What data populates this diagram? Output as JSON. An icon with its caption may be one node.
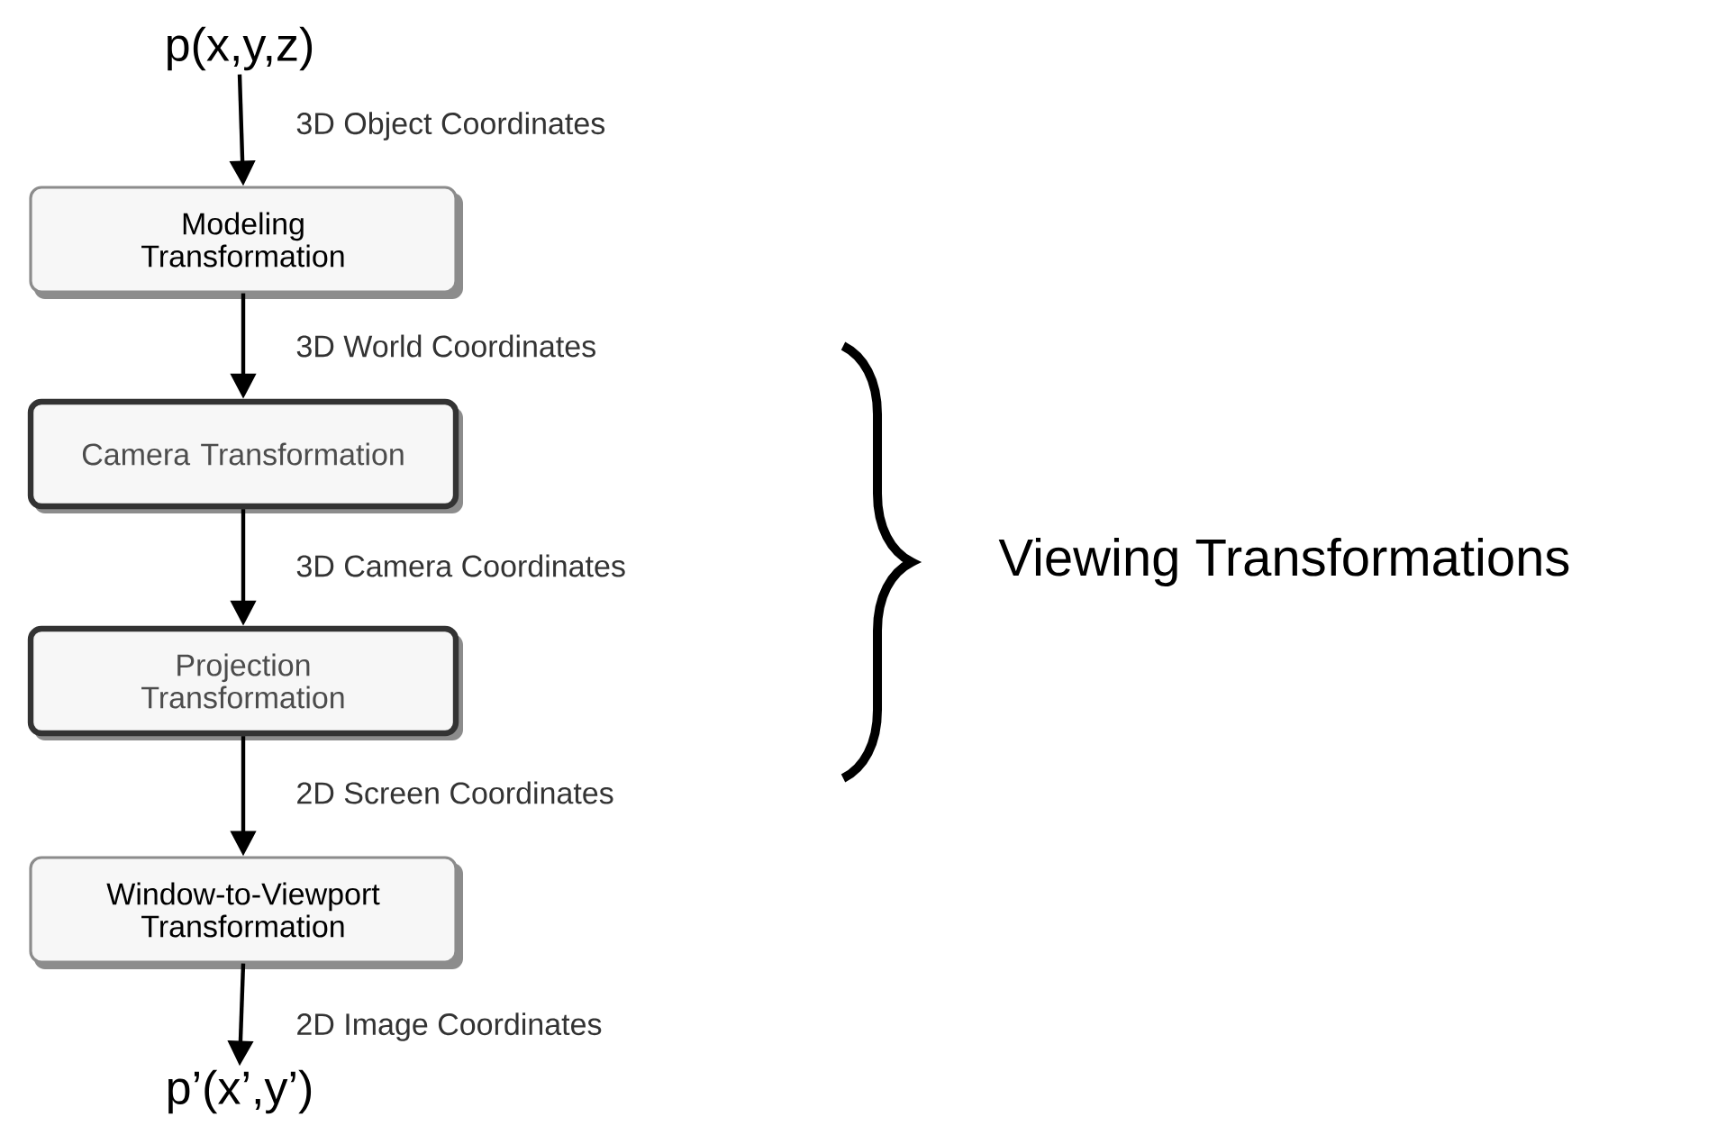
{
  "diagram": {
    "nodes": [
      {
        "text": [
          "p(x,y,z)"
        ]
      },
      {
        "text": [
          "Modeling Transformation"
        ]
      },
      {
        "text": [
          "Camera Transformation"
        ]
      },
      {
        "text": [
          "Projection Transformation"
        ]
      },
      {
        "text": [
          "Window-to-Viewport Transformation"
        ]
      },
      {
        "text": [
          "p’(x’,y’)"
        ]
      }
    ],
    "edges": [
      {
        "from": 0,
        "to": 1,
        "arrow": "to",
        "label": "3D Object Coordinates"
      },
      {
        "from": 1,
        "to": 2,
        "arrow": "to",
        "label": "3D World Coordinates"
      },
      {
        "from": 2,
        "to": 3,
        "arrow": "to",
        "label": "3D Camera Coordinates"
      },
      {
        "from": 3,
        "to": 4,
        "arrow": "to",
        "label": "2D Screen Coordinates"
      },
      {
        "from": 4,
        "to": 5,
        "arrow": "to",
        "label": "2D Image Coordinates"
      }
    ],
    "labels": [
      "Viewing Transformations"
    ]
  }
}
